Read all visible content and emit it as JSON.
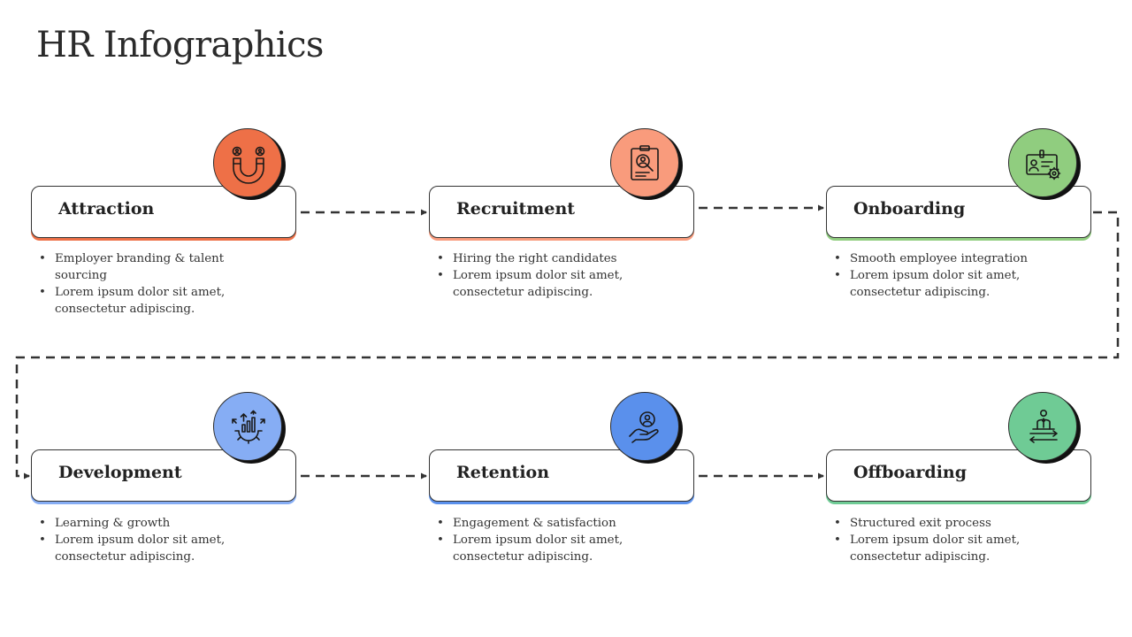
{
  "title": "HR Infographics",
  "stages": [
    {
      "label": "Attraction",
      "icon": "magnet-people-icon",
      "color": "#EE7047",
      "bullets": [
        "Employer branding & talent sourcing",
        "Lorem ipsum dolor sit amet, consectetur adipiscing."
      ]
    },
    {
      "label": "Recruitment",
      "icon": "resume-search-icon",
      "color": "#F99B7C",
      "bullets": [
        "Hiring the right candidates",
        "Lorem ipsum dolor sit amet, consectetur adipiscing."
      ]
    },
    {
      "label": "Onboarding",
      "icon": "id-card-gear-icon",
      "color": "#90CD7F",
      "bullets": [
        "Smooth employee integration",
        "Lorem ipsum dolor sit amet, consectetur adipiscing."
      ]
    },
    {
      "label": "Development",
      "icon": "growth-gear-icon",
      "color": "#86ADF4",
      "bullets": [
        "Learning & growth",
        "Lorem ipsum dolor sit amet, consectetur adipiscing."
      ]
    },
    {
      "label": "Retention",
      "icon": "hand-holding-person-icon",
      "color": "#5A90EC",
      "bullets": [
        "Engagement & satisfaction",
        "Lorem ipsum dolor sit amet, consectetur adipiscing."
      ]
    },
    {
      "label": "Offboarding",
      "icon": "person-exit-arrows-icon",
      "color": "#6FCB95",
      "bullets": [
        "Structured exit process",
        "Lorem ipsum dolor sit amet, consectetur adipiscing."
      ]
    }
  ]
}
